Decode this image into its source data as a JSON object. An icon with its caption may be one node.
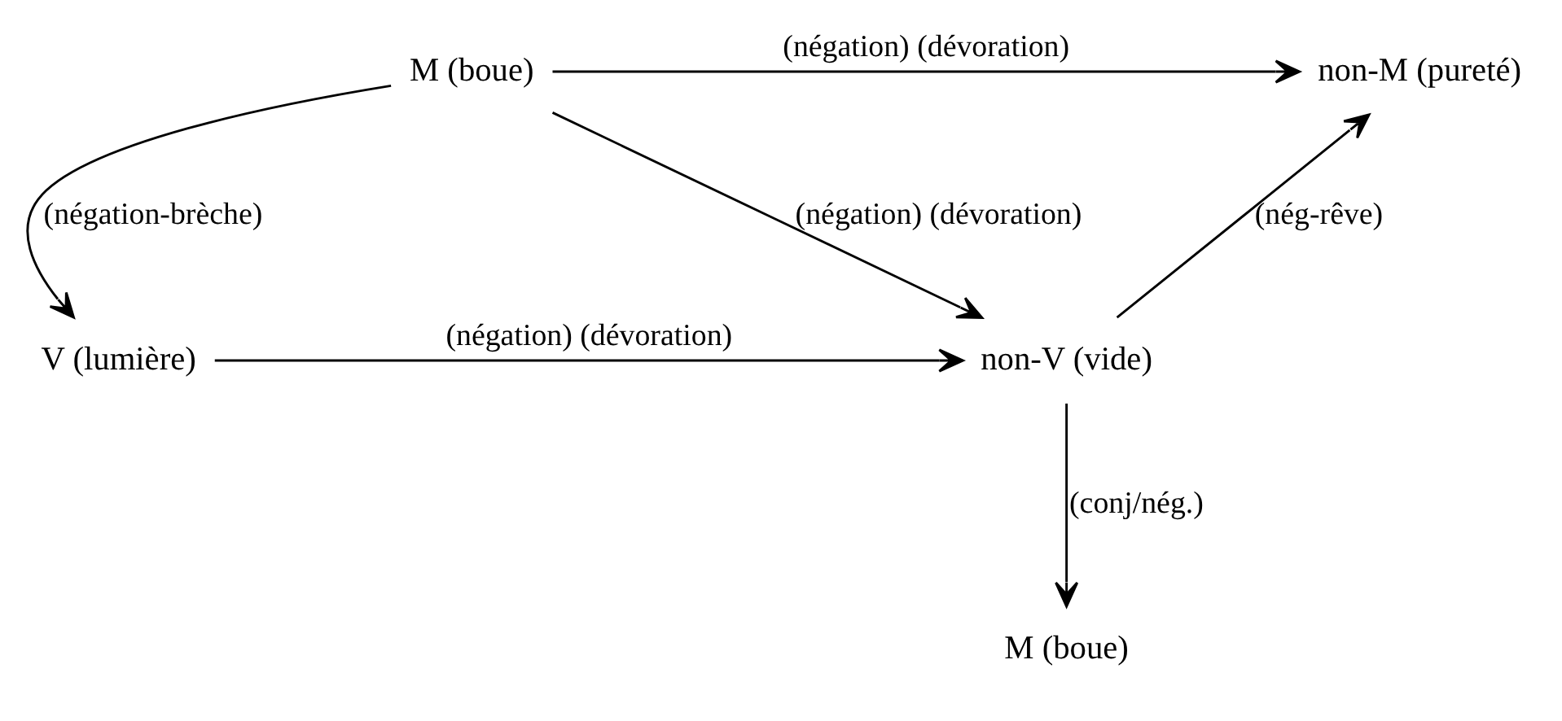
{
  "diagram": {
    "nodes": [
      {
        "text": [
          "M (boue)"
        ]
      },
      {
        "text": [
          "non-M (pureté)"
        ]
      },
      {
        "text": [
          "non-V (vide)"
        ]
      },
      {
        "text": [
          "V (lumière)"
        ]
      },
      {
        "text": [
          "M (boue)"
        ]
      }
    ],
    "edges": [
      {
        "from": 0,
        "to": 1,
        "arrow": "to",
        "label": "(négation) (dévoration)"
      },
      {
        "from": 0,
        "to": 3,
        "arrow": "to",
        "label": "(négation-brèche)"
      },
      {
        "from": 2,
        "to": 1,
        "arrow": "to",
        "label": "(nég-rêve)"
      },
      {
        "from": 0,
        "to": 2,
        "arrow": "to",
        "label": "(négation) (dévoration)"
      },
      {
        "from": 3,
        "to": 2,
        "arrow": "to",
        "label": "(négation) (dévoration)"
      },
      {
        "from": 2,
        "to": 4,
        "arrow": "to",
        "label": "(conj/nég.)"
      }
    ]
  }
}
